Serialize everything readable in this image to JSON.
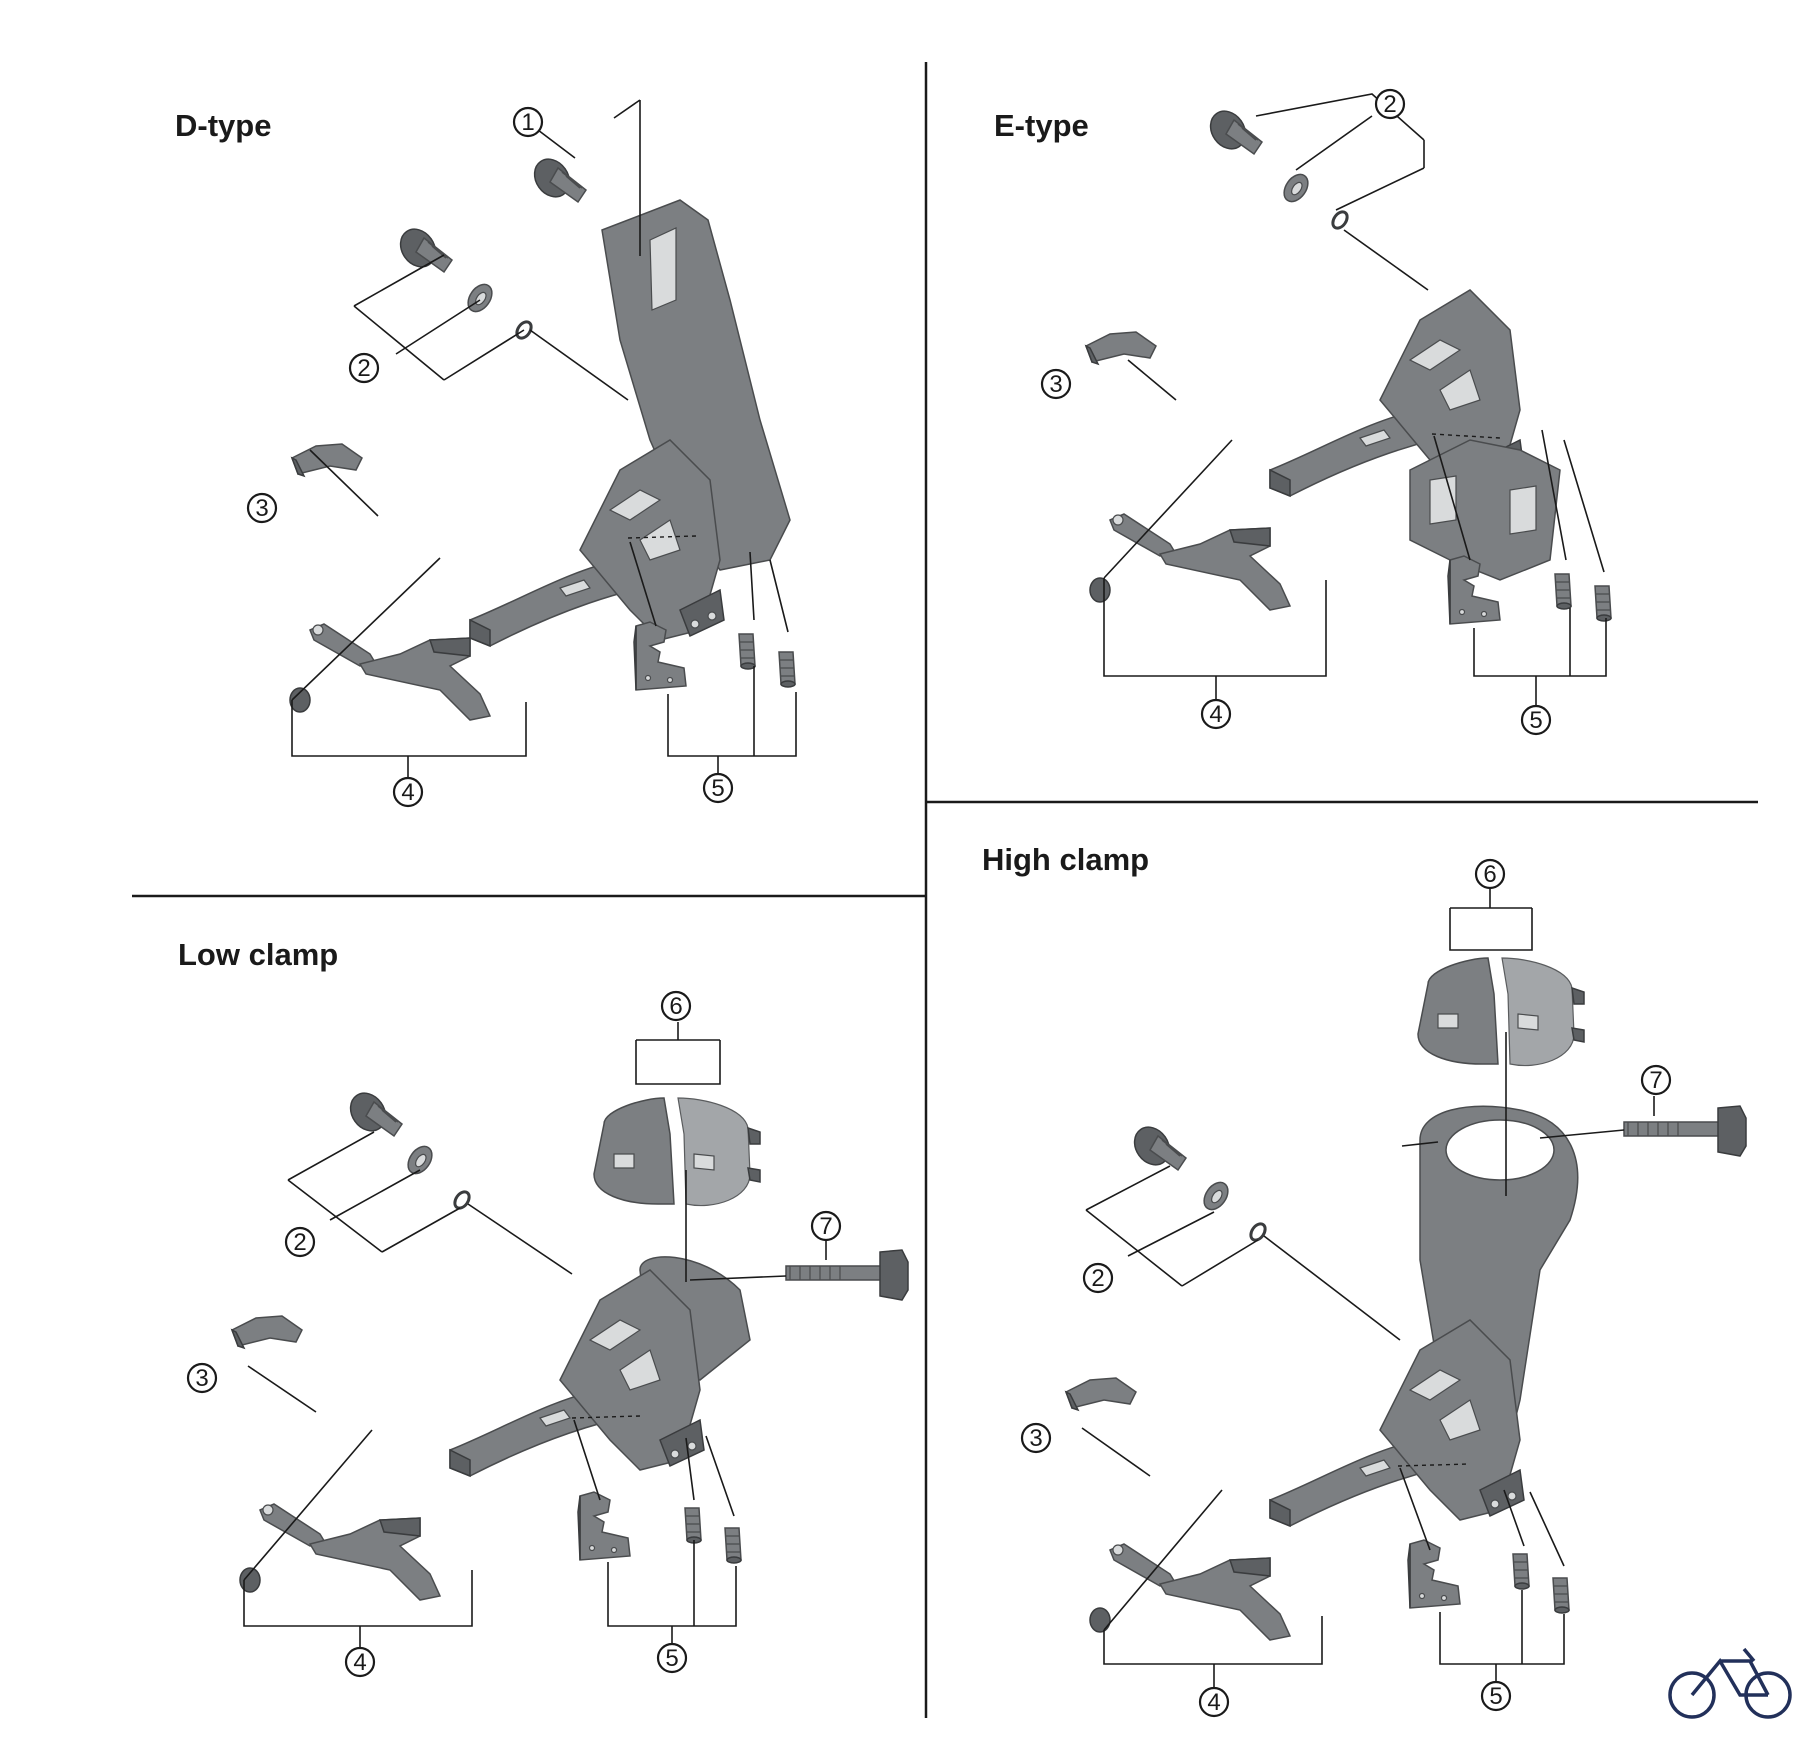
{
  "panels": {
    "d_type": {
      "title": "D-type",
      "callouts": [
        "1",
        "2",
        "3",
        "4",
        "5"
      ]
    },
    "e_type": {
      "title": "E-type",
      "callouts": [
        "2",
        "3",
        "4",
        "5"
      ]
    },
    "low_clamp": {
      "title": "Low clamp",
      "callouts": [
        "2",
        "3",
        "4",
        "5",
        "6",
        "7"
      ]
    },
    "high_clamp": {
      "title": "High clamp",
      "callouts": [
        "2",
        "3",
        "4",
        "5",
        "6",
        "7"
      ]
    }
  },
  "colors": {
    "part": "#7c7f82",
    "part_dark": "#5d6063",
    "line": "#1a1a1a",
    "logo": "#22305a"
  },
  "logo": {
    "icon": "bicycle-icon"
  }
}
